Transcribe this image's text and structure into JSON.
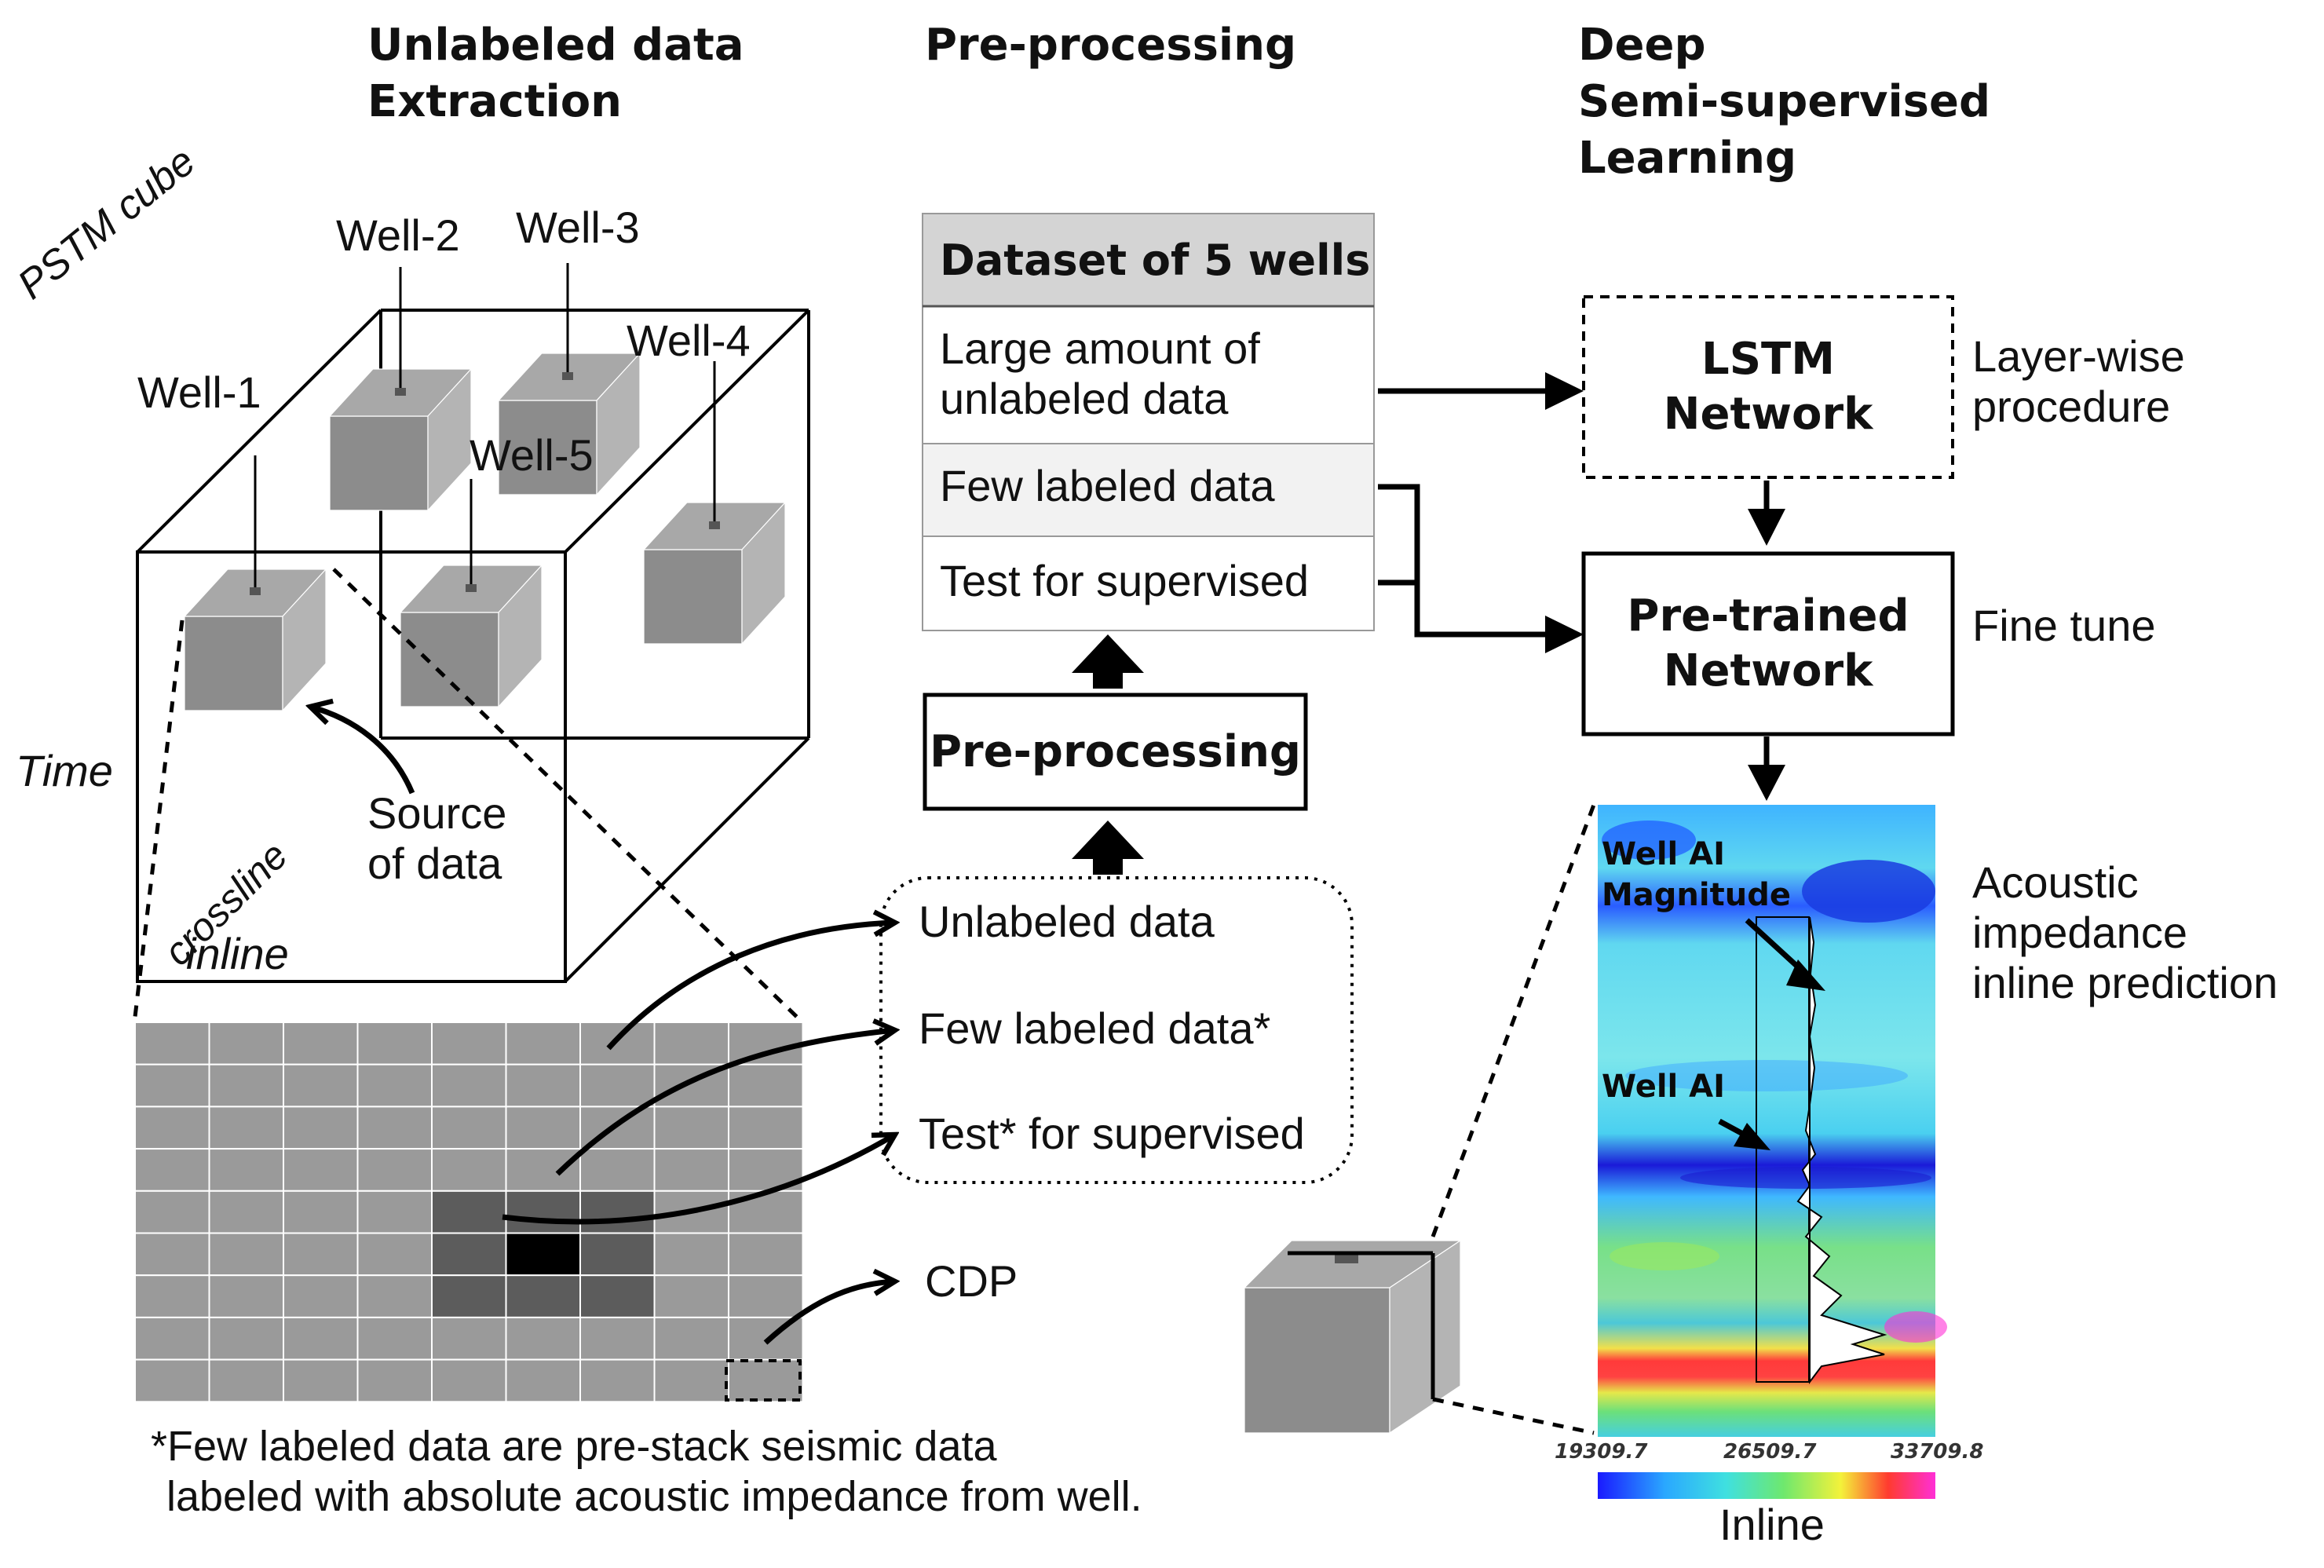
{
  "headers": {
    "col1": [
      "Unlabeled data",
      "Extraction"
    ],
    "col2": "Pre-processing",
    "col3": [
      "Deep",
      "Semi-supervised",
      "Learning"
    ]
  },
  "cube": {
    "name": "PSTM cube",
    "axis_time": "Time",
    "axis_crossline": "crossline",
    "axis_inline": "inline",
    "wells": [
      "Well-1",
      "Well-2",
      "Well-3",
      "Well-4",
      "Well-5"
    ],
    "source_label": [
      "Source",
      "of data"
    ]
  },
  "data_groups": {
    "items": [
      "Unlabeled data",
      "Few labeled data*",
      "Test* for supervised"
    ],
    "cdp": "CDP"
  },
  "footnote": [
    "*Few labeled data are pre-stack seismic data",
    "labeled with absolute acoustic impedance from well."
  ],
  "dataset_table": {
    "title": "Dataset of 5 wells",
    "rows": [
      [
        "Large amount of",
        "unlabeled data"
      ],
      [
        "Few labeled data"
      ],
      [
        "Test for supervised"
      ]
    ]
  },
  "preprocessing_box": "Pre-processing",
  "lstm_box": [
    "LSTM",
    "Network"
  ],
  "pretrained_box": [
    "Pre-trained",
    "Network"
  ],
  "side_labels": {
    "layerwise": [
      "Layer-wise",
      "procedure"
    ],
    "finetune": "Fine tune",
    "prediction": [
      "Acoustic",
      "impedance",
      "inline prediction"
    ]
  },
  "prediction_panel": {
    "annotation_1": [
      "Well AI",
      "Magnitude"
    ],
    "annotation_2": "Well AI",
    "x_ticks": [
      "19309.7",
      "26509.7",
      "33709.8"
    ],
    "x_label": "Inline"
  },
  "colors": {
    "gray_cell": "#9a9a9a",
    "dark_cell": "#555555",
    "cube_front": "#8c8c8c",
    "cube_top": "#a8a8a8",
    "cube_side": "#b4b4b4",
    "table_header_bg": "#d4d4d4",
    "table_alt_bg": "#f2f2f2"
  }
}
